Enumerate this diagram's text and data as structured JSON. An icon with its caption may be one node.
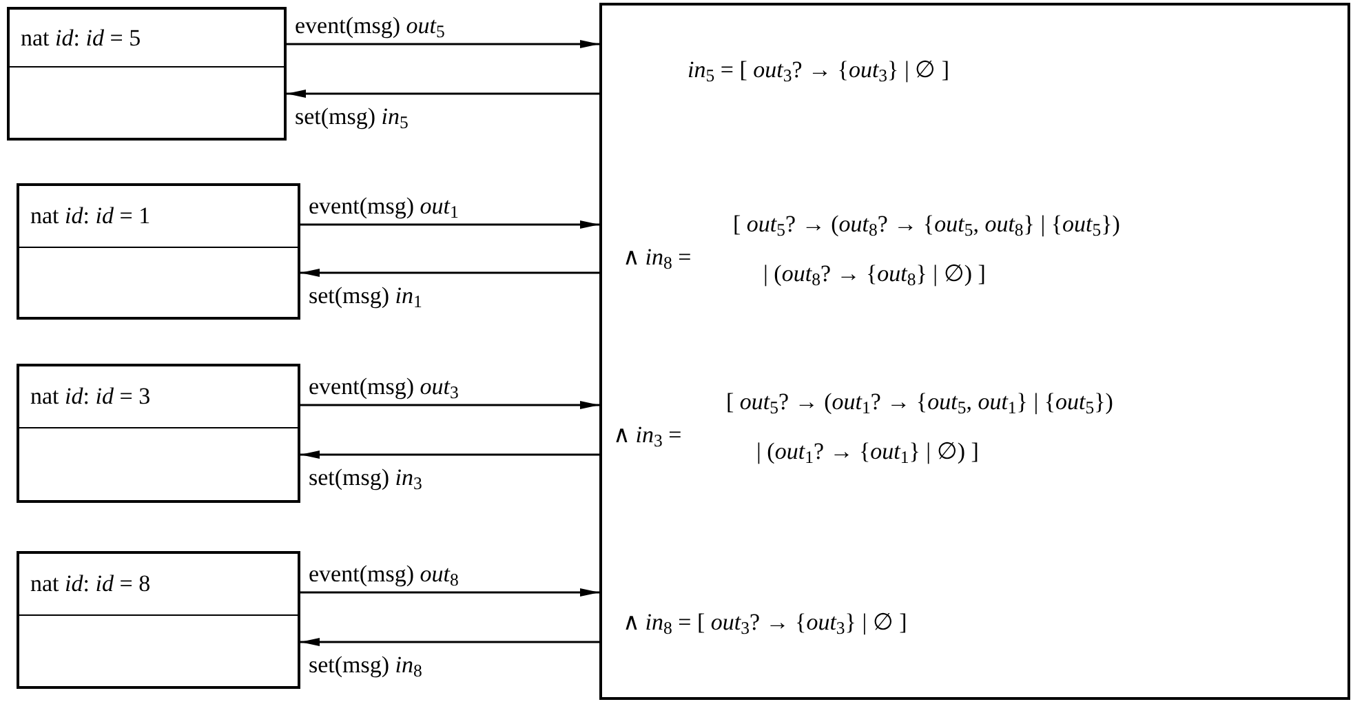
{
  "diagram": {
    "nodes": [
      {
        "text": [
          "nat *id*:  *id* = 5"
        ]
      },
      {
        "text": [
          "nat *id*:  *id* = 1"
        ]
      },
      {
        "text": [
          "nat *id*:  *id* = 3"
        ]
      },
      {
        "text": [
          "nat *id*:  *id* = 8"
        ]
      },
      {
        "text": [
          "*in*$_{5}$ = [ *out*$_{3}$? → {*out*$_{3}$} | ∅ ]",
          "∧ *in*$_{8}$ =",
          "[ *out*$_{5}$? → (*out*$_{8}$? → {*out*$_{5}$, *out*$_{8}$} | {*out*$_{5}$})",
          "| (*out*$_{8}$? → {*out*$_{8}$} | ∅) ]",
          "∧ *in*$_{3}$ =",
          "[ *out*$_{5}$? → (*out*$_{1}$? → {*out*$_{5}$, *out*$_{1}$} | {*out*$_{5}$})",
          "| (*out*$_{1}$? → {*out*$_{1}$} | ∅) ]",
          "∧ *in*$_{8}$ = [ *out*$_{3}$? → {*out*$_{3}$} | ∅ ]"
        ]
      }
    ],
    "edges": [
      {
        "from": 0,
        "to": 4,
        "arrow": "to",
        "label": "event(msg) *out*$_{5}$"
      },
      {
        "from": 4,
        "to": 0,
        "arrow": "to",
        "label": "set(msg) *in*$_{5}$"
      },
      {
        "from": 1,
        "to": 4,
        "arrow": "to",
        "label": "event(msg) *out*$_{1}$"
      },
      {
        "from": 4,
        "to": 1,
        "arrow": "to",
        "label": "set(msg) *in*$_{1}$"
      },
      {
        "from": 2,
        "to": 4,
        "arrow": "to",
        "label": "event(msg) *out*$_{3}$"
      },
      {
        "from": 4,
        "to": 2,
        "arrow": "to",
        "label": "set(msg) *in*$_{3}$"
      },
      {
        "from": 3,
        "to": 4,
        "arrow": "to",
        "label": "event(msg) *out*$_{8}$"
      },
      {
        "from": 4,
        "to": 3,
        "arrow": "to",
        "label": "set(msg) *in*$_{8}$"
      }
    ]
  }
}
